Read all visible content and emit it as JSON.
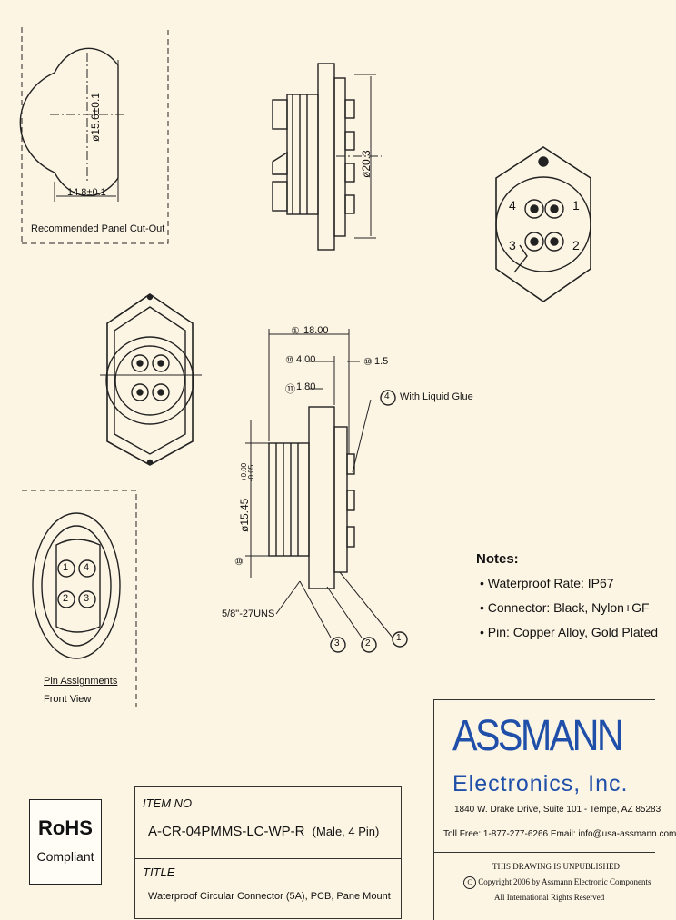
{
  "views": {
    "panel_cutout": {
      "dim_diameter": "ø15.6±0.1",
      "dim_width": "14.8±0.1",
      "caption": "Recommended Panel Cut-Out"
    },
    "side_view": {
      "dim_diameter": "ø20.3"
    },
    "rear_view": {
      "pins": [
        "4",
        "1",
        "3",
        "2"
      ]
    },
    "section_view": {
      "dim_length": "18.00",
      "dim_a": "4.00",
      "dim_b": "1.5",
      "dim_c": "1.80",
      "dim_diameter": "ø15.45",
      "dim_tol_plus": "+0.00",
      "dim_tol_minus": "-0.05",
      "thread": "5/8\"-27UNS",
      "callout_4_label": "With Liquid Glue",
      "callouts": [
        "4",
        "3",
        "2",
        "1"
      ],
      "datum_labels": [
        "①",
        "⑩",
        "⑩",
        "⑪",
        "⑩"
      ]
    },
    "pin_assignments": {
      "caption": "Pin Assignments",
      "subcaption": "Front View",
      "pins": [
        "1",
        "4",
        "2",
        "3"
      ]
    }
  },
  "notes": {
    "heading": "Notes:",
    "items": [
      "• Waterproof Rate: IP67",
      "• Connector: Black, Nylon+GF",
      "• Pin: Copper Alloy, Gold Plated"
    ]
  },
  "rohs": {
    "title": "RoHS",
    "subtitle": "Compliant"
  },
  "title_block": {
    "item_no_label": "ITEM NO",
    "item_no": "A-CR-04PMMS-LC-WP-R",
    "item_no_suffix": "(Male, 4 Pin)",
    "title_label": "TITLE",
    "title": "Waterproof Circular Connector (5A), PCB, Pane Mount"
  },
  "company": {
    "name": "ASSMANN",
    "subname": "Electronics, Inc.",
    "address": "1840 W. Drake Drive, Suite 101 - Tempe, AZ 85283",
    "contact": "Toll Free: 1-877-277-6266   Email: info@usa-assmann.com",
    "notice": "THIS DRAWING IS UNPUBLISHED",
    "copyright": "Copyright 2006 by Assmann Electronic Components",
    "rights": "All International Rights Reserved",
    "brand_color": "#1f4fa8"
  }
}
